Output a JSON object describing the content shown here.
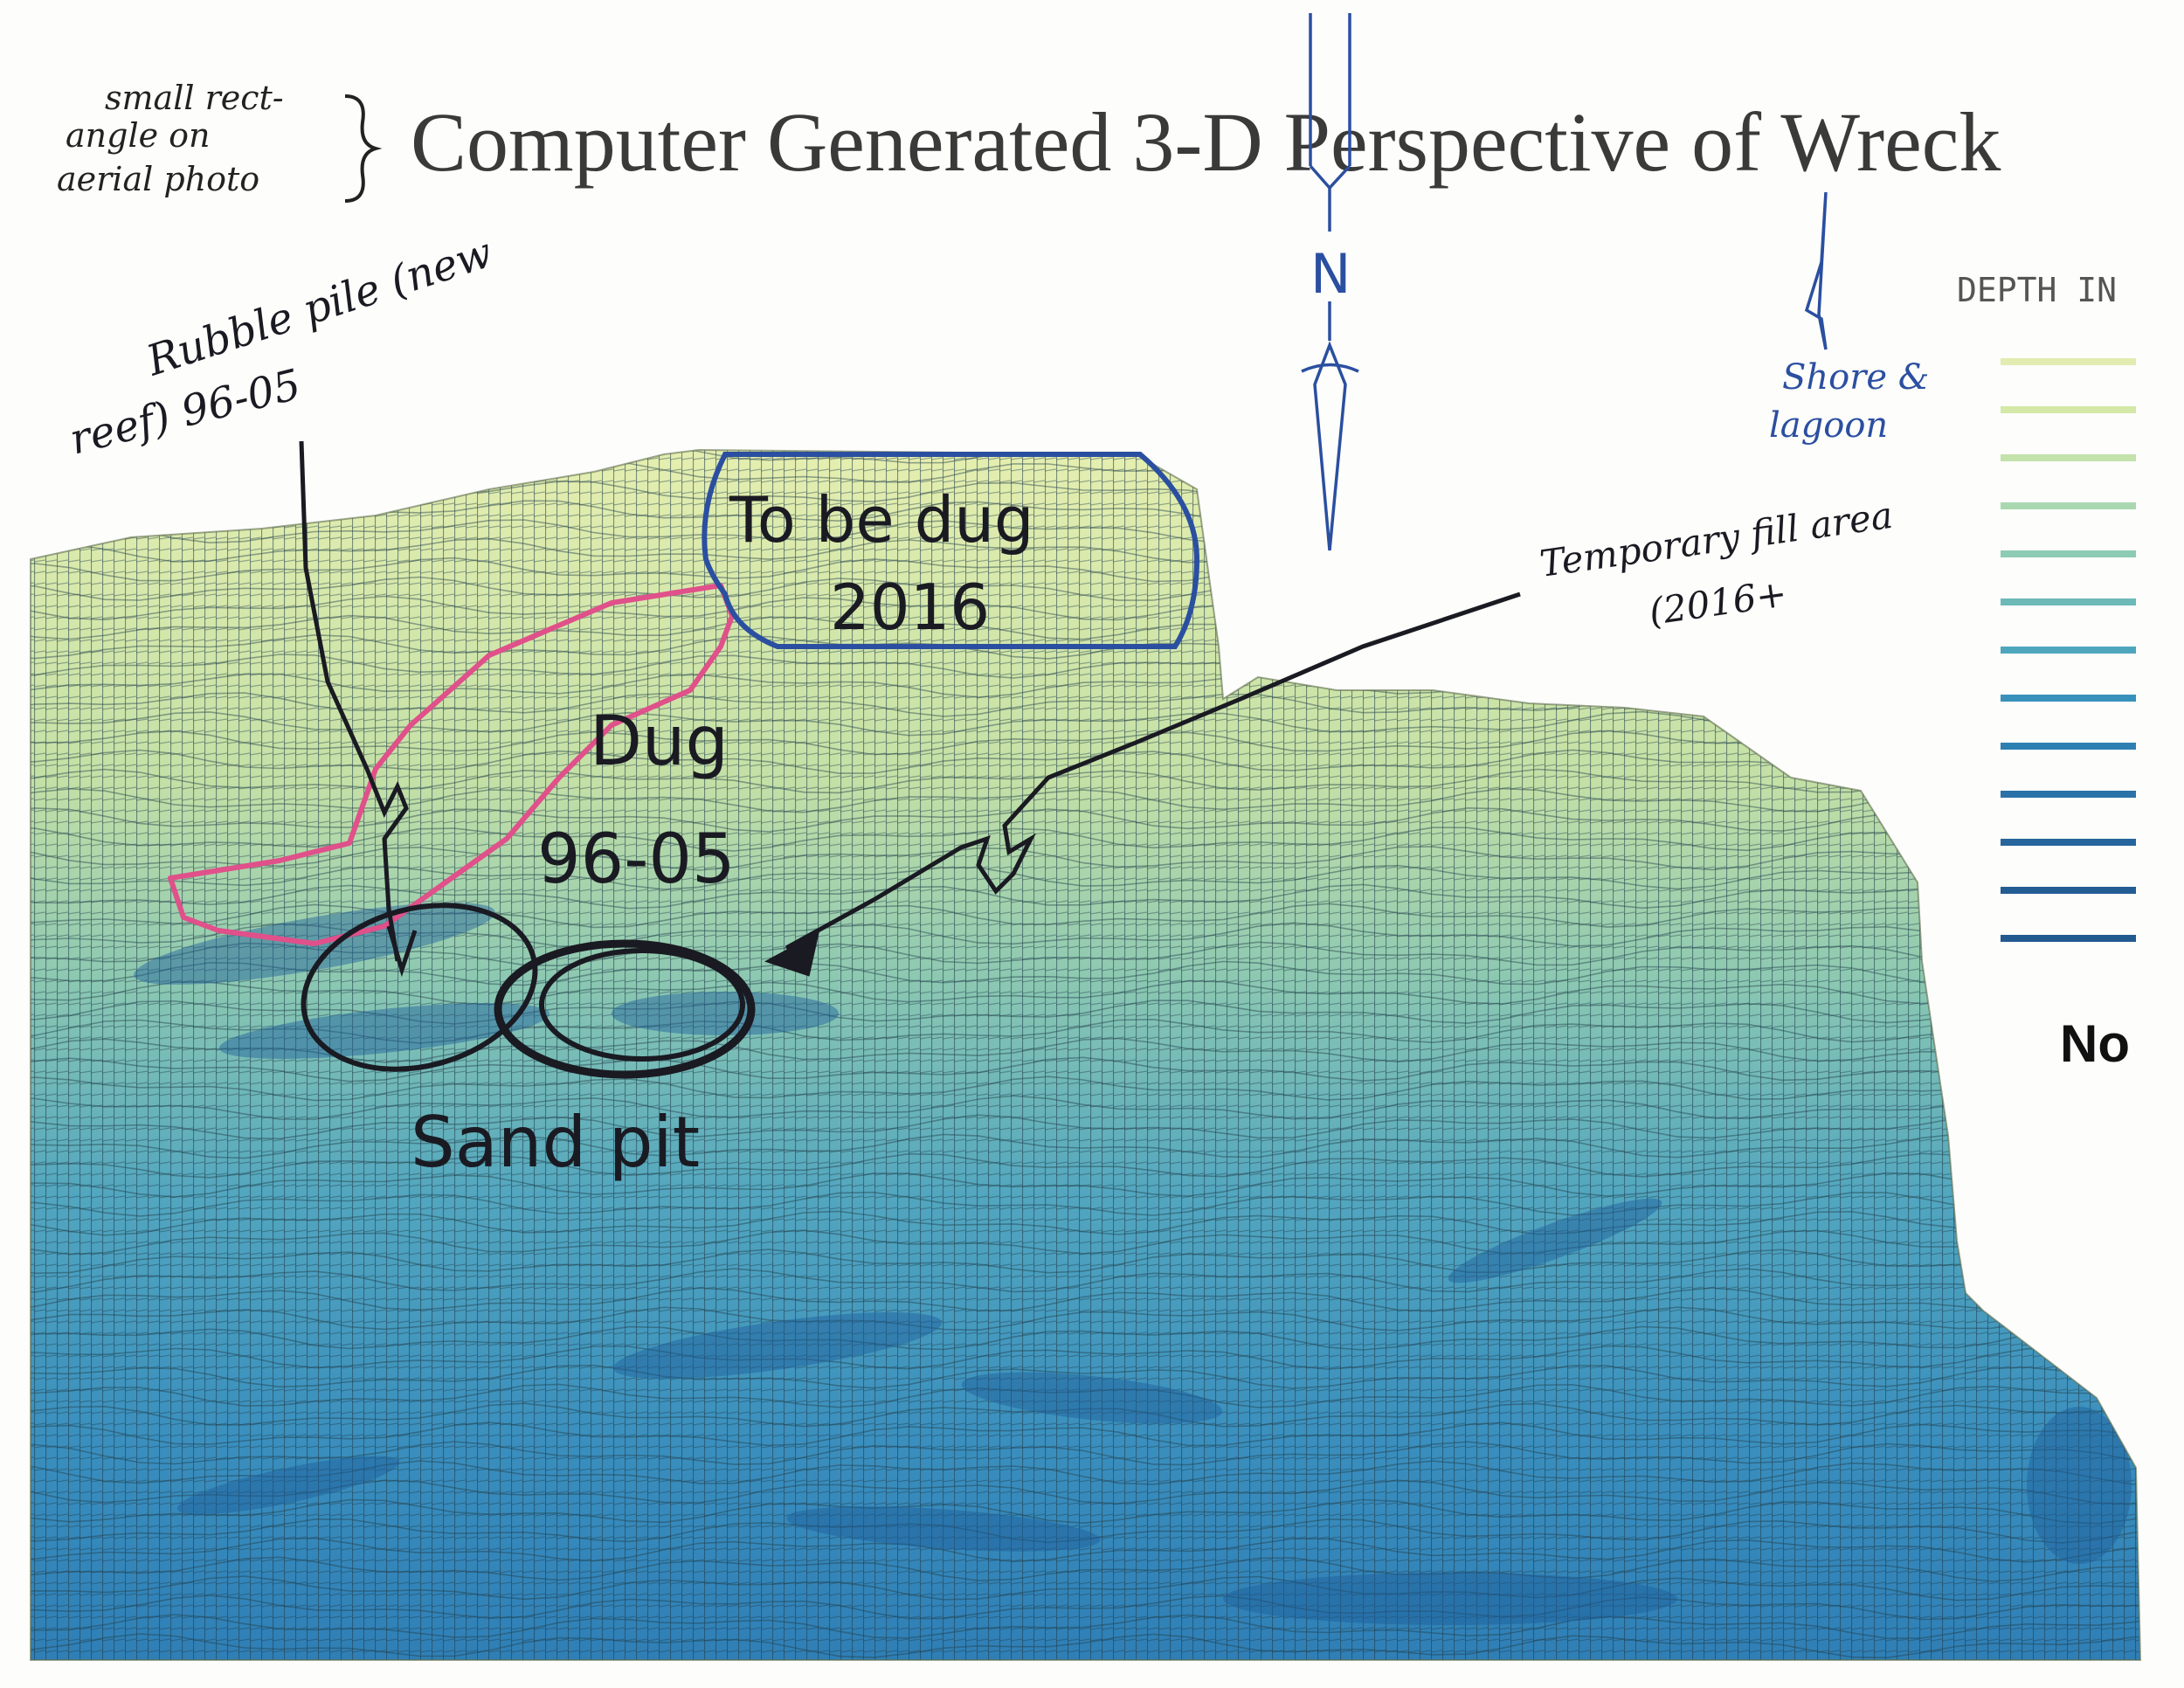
{
  "title": "Computer Generated 3-D Perspective of Wreck",
  "legend": {
    "title": "DEPTH IN",
    "bottom_text": "No",
    "colors": [
      "#e2ecb0",
      "#d4e8a8",
      "#c3e2ac",
      "#a9d8b0",
      "#8ccbb4",
      "#6cb9b8",
      "#4ea6bd",
      "#3891bb",
      "#2e80b3",
      "#2a72a8",
      "#26669c",
      "#235d93",
      "#225a90"
    ]
  },
  "colors": {
    "deep": "#1d5e99",
    "mid": "#3aa0c0",
    "shallow": "#d8e6a0",
    "ink_black": "#1a1a22",
    "ink_blue": "#2b4fa0",
    "ink_pink": "#e0508a"
  },
  "annotations": {
    "aerial_note": [
      "small rect-",
      "angle on",
      "aerial photo"
    ],
    "north_label": "N",
    "shore_note": [
      "Shore &",
      "lagoon"
    ],
    "rubble_note": [
      "Rubble pile (new",
      "reef) 96-05"
    ],
    "to_be_dug": [
      "To be dug",
      "2016"
    ],
    "temp_fill": [
      "Temporary fill area",
      "(2016+"
    ],
    "dug": [
      "Dug",
      "96-05"
    ],
    "sand_pit": "Sand pit"
  }
}
